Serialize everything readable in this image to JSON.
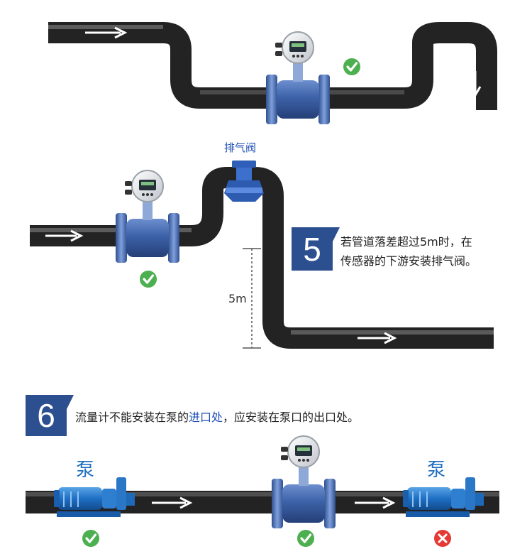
{
  "labels": {
    "exhaust_valve": "排气阀",
    "height": "5m",
    "pump_left": "泵",
    "pump_right": "泵"
  },
  "step5": {
    "number": "5",
    "line1": "若管道落差超过5m时，在",
    "line2": "传感器的下游安装排气阀。"
  },
  "step6": {
    "number": "6",
    "text_a": "流量计不能安装在泵的",
    "text_highlight": "进口处",
    "text_b": "，应安装在泵口的出口处。"
  },
  "colors": {
    "pipe": "#232323",
    "meter_body": "#3d62a8",
    "step_box": "#2c4f8f",
    "ok": "#4caf50",
    "bad": "#e53935",
    "highlight": "#1f4fb6"
  }
}
